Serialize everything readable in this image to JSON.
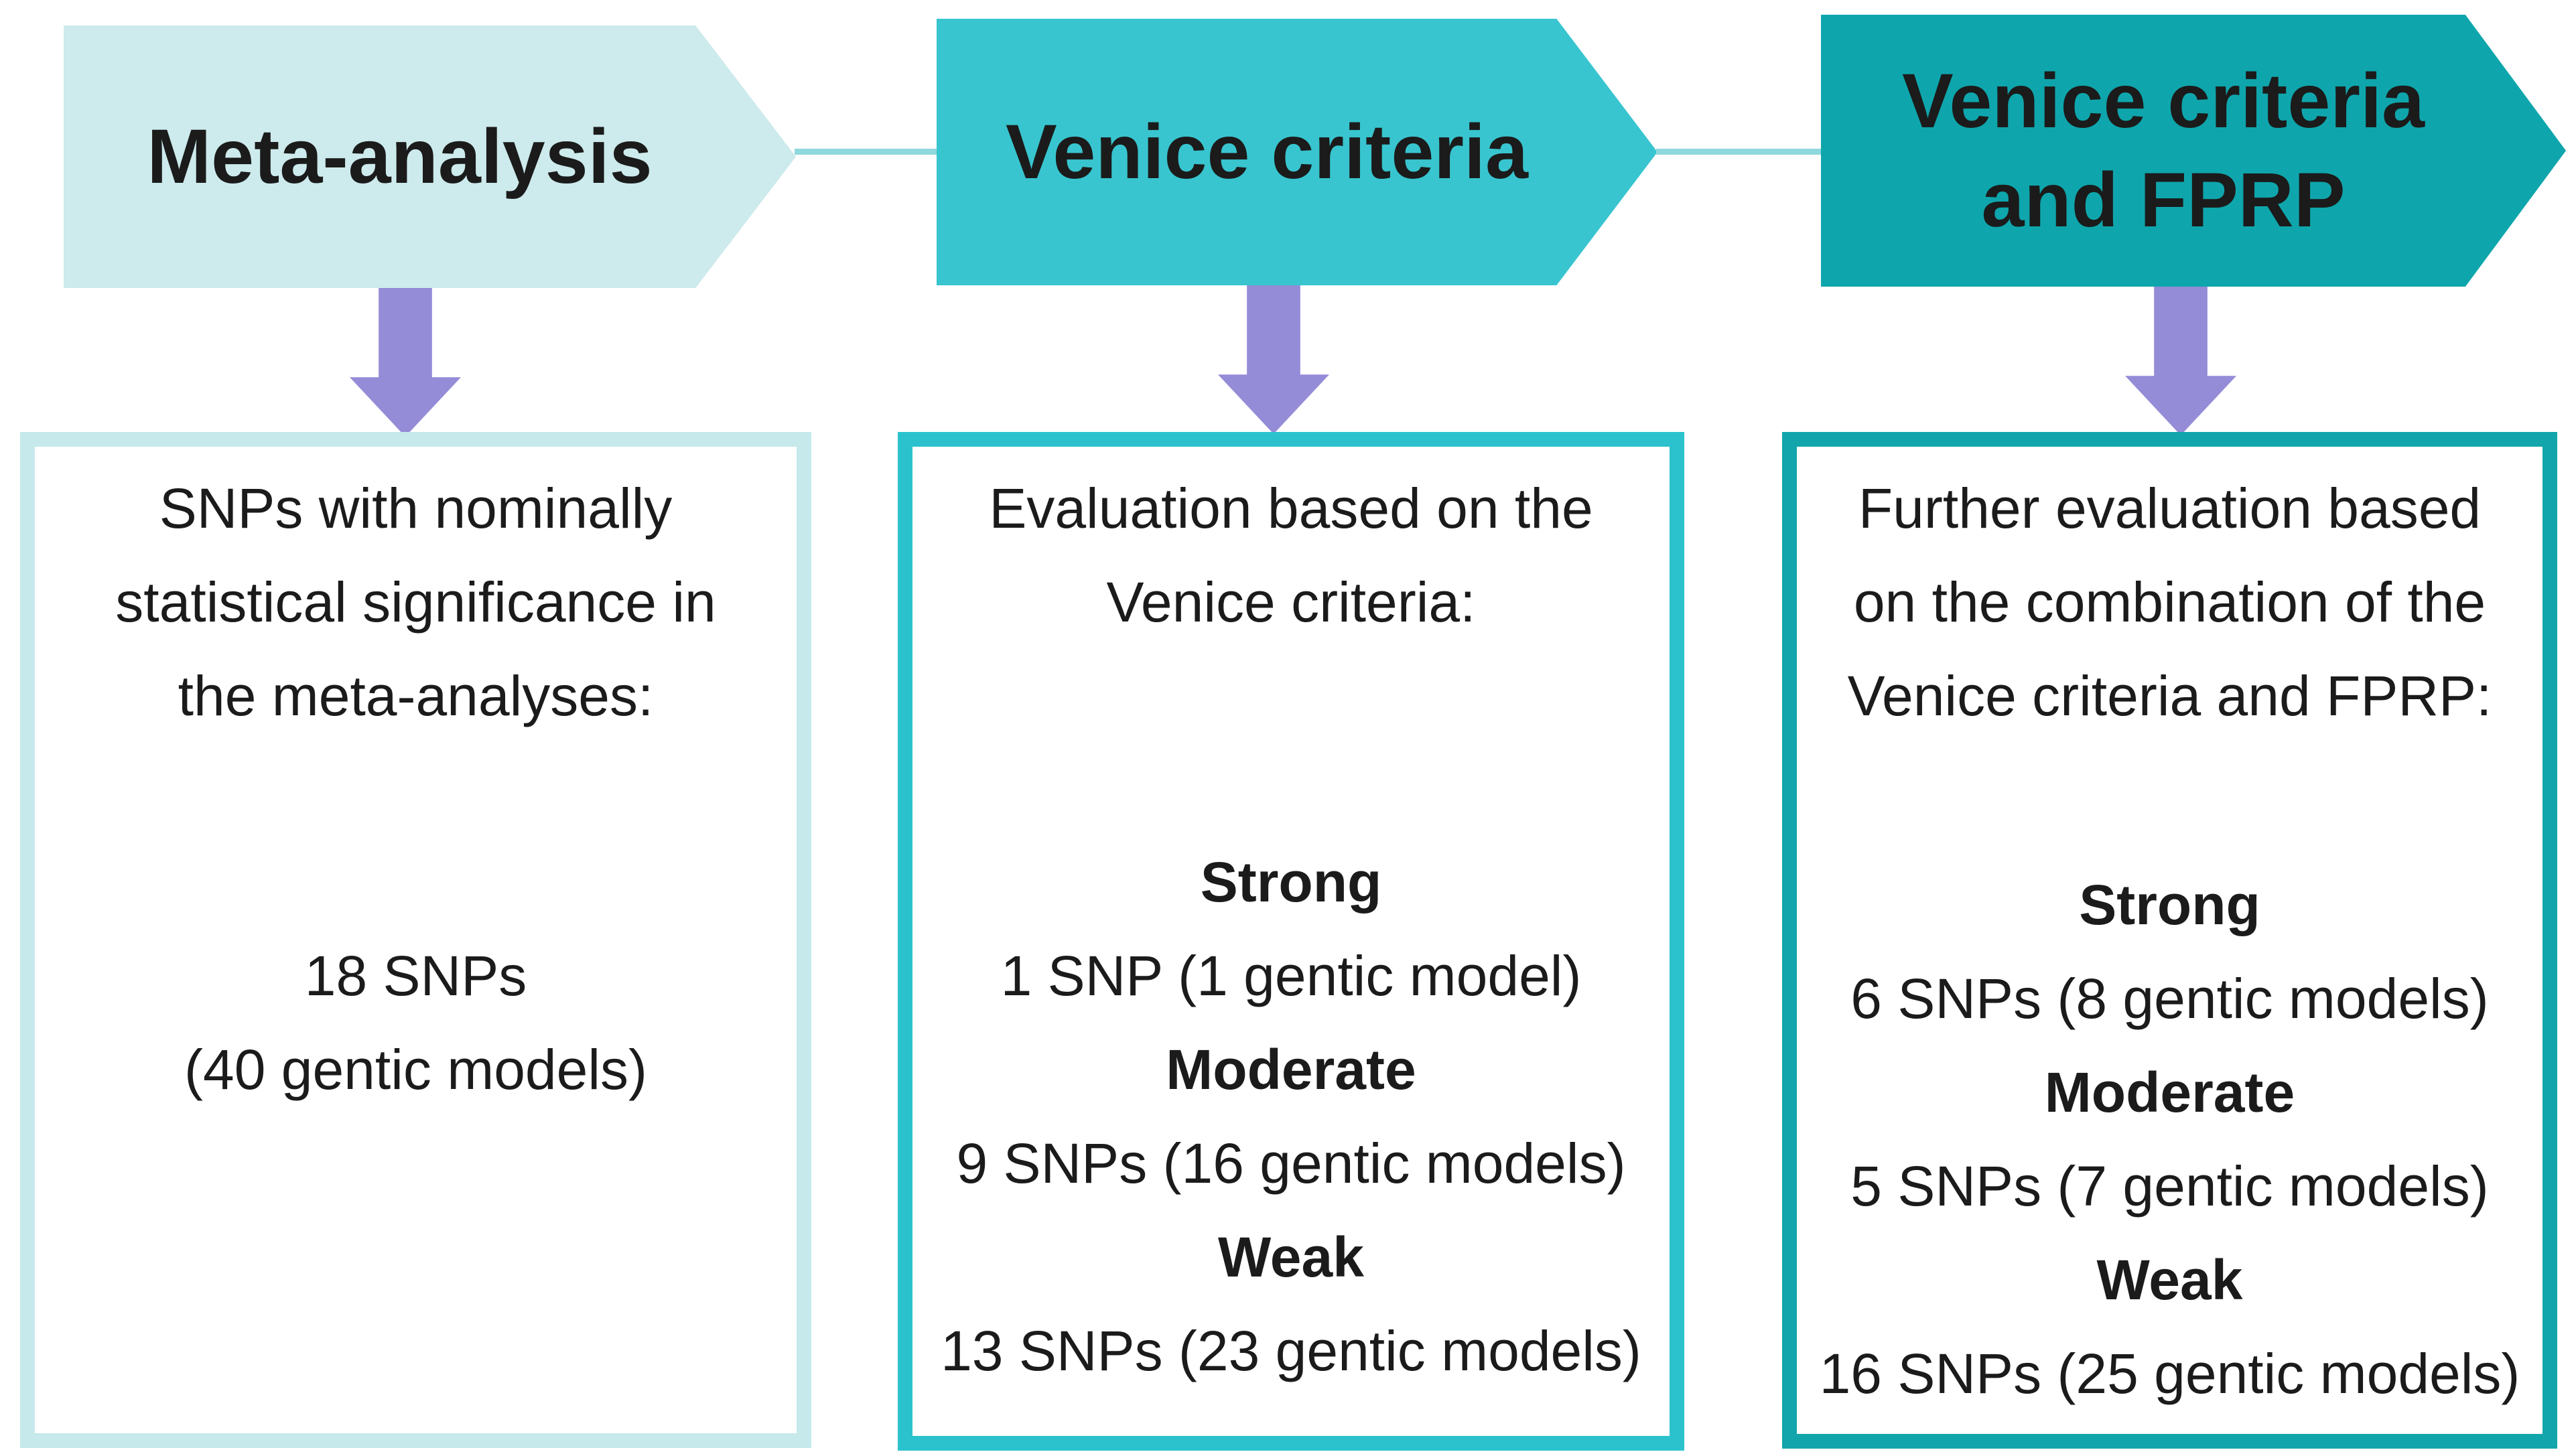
{
  "figure": {
    "type": "flow-diagram",
    "description_visible_text_only": true
  },
  "colors": {
    "banner_light": "#cdeaec",
    "banner_mid": "#38c5cf",
    "banner_dark": "#0ea6ac",
    "purple_arrow": "#948cd7",
    "connector_line": "#8fd8de",
    "box1_border": "#c6e9eb",
    "box2_border": "#2bc2ce",
    "box3_border": "#12a5ab",
    "text": "#1b1b1b"
  },
  "columns": [
    {
      "banner": {
        "lines": [
          "Meta-analysis"
        ]
      },
      "box": {
        "intro": [
          "SNPs with nominally",
          "statistical significance in",
          "the meta-analyses:"
        ],
        "stats": [
          {
            "kind": "value",
            "text": "18 SNPs"
          },
          {
            "kind": "value",
            "text": "(40 gentic models)"
          }
        ]
      }
    },
    {
      "banner": {
        "lines": [
          "Venice criteria"
        ]
      },
      "box": {
        "intro": [
          "Evaluation based on the",
          "Venice criteria:"
        ],
        "stats": [
          {
            "kind": "label",
            "text": "Strong"
          },
          {
            "kind": "value",
            "text": "1 SNP (1 gentic model)"
          },
          {
            "kind": "label",
            "text": "Moderate"
          },
          {
            "kind": "value",
            "text": "9 SNPs (16 gentic models)"
          },
          {
            "kind": "label",
            "text": "Weak"
          },
          {
            "kind": "value",
            "text": "13 SNPs (23 gentic models)"
          }
        ]
      }
    },
    {
      "banner": {
        "lines": [
          "Venice criteria",
          "and FPRP"
        ]
      },
      "box": {
        "intro": [
          "Further evaluation based",
          "on the combination of the",
          "Venice criteria and FPRP:"
        ],
        "stats": [
          {
            "kind": "label",
            "text": "Strong"
          },
          {
            "kind": "value",
            "text": "6 SNPs (8 gentic models)"
          },
          {
            "kind": "label",
            "text": "Moderate"
          },
          {
            "kind": "value",
            "text": "5 SNPs (7 gentic models)"
          },
          {
            "kind": "label",
            "text": "Weak"
          },
          {
            "kind": "value",
            "text": "16 SNPs (25 gentic models)"
          }
        ]
      }
    }
  ]
}
